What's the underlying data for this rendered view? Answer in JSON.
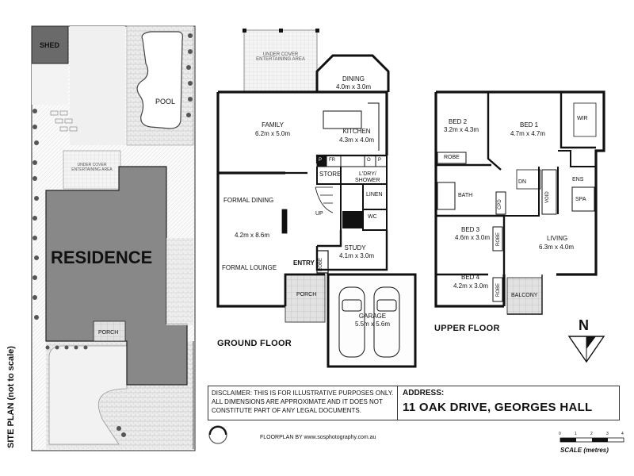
{
  "site_plan": {
    "shed": "SHED",
    "pool": "POOL",
    "entertaining": "UNDER COVER ENTERTAINING AREA",
    "residence": "RESIDENCE",
    "porch": "PORCH",
    "caption": "SITE PLAN (not to scale)"
  },
  "ground_floor": {
    "title": "GROUND FLOOR",
    "entertaining": "UNDER COVER ENTERTAINING AREA",
    "dining": {
      "name": "DINING",
      "size": "4.0m x 3.0m"
    },
    "family": {
      "name": "FAMILY",
      "size": "6.2m x 5.0m"
    },
    "kitchen": {
      "name": "KITCHEN",
      "size": "4.3m x 4.0m"
    },
    "p1": "P",
    "fr": "FR",
    "o": "O",
    "p2": "P",
    "store": "STORE",
    "ldry": "L'DRY/",
    "shower": "SHOWER",
    "linen": "LINEN",
    "wc": "WC",
    "formal_dining": "FORMAL DINING",
    "formal_size": "4.2m x 8.6m",
    "formal_lounge": "FORMAL LOUNGE",
    "up": "UP",
    "study": {
      "name": "STUDY",
      "size": "4.1m x 3.0m"
    },
    "entry": "ENTRY",
    "robe": "ROBE",
    "porch": "PORCH",
    "garage": {
      "name": "GARAGE",
      "size": "5.5m x 5.6m"
    }
  },
  "upper_floor": {
    "title": "UPPER FLOOR",
    "bed2": {
      "name": "BED 2",
      "size": "3.2m x 4.3m"
    },
    "bed1": {
      "name": "BED 1",
      "size": "4.7m x 4.7m"
    },
    "wir": "WIR",
    "robe_a": "ROBE",
    "bath": "BATH",
    "cpd": "CPD",
    "dn": "DN",
    "void": "VOID",
    "ens": "ENS",
    "spa": "SPA",
    "bed3": {
      "name": "BED 3",
      "size": "4.6m x 3.0m"
    },
    "robe_b": "ROBE",
    "living": {
      "name": "LIVING",
      "size": "6.3m x 4.0m"
    },
    "bed4": {
      "name": "BED 4",
      "size": "4.2m x 3.0m"
    },
    "robe_c": "ROBE",
    "balcony": "BALCONY"
  },
  "compass": "N",
  "disclaimer": "DISCLAIMER: THIS IS FOR ILLUSTRATIVE PURPOSES ONLY. ALL DIMENSIONS ARE APPROXIMATE AND IT DOES NOT CONSTITUTE PART OF ANY LEGAL DOCUMENTS.",
  "address": {
    "label": "ADDRESS:",
    "value": "11 OAK DRIVE, GEORGES HALL"
  },
  "credit": "FLOORPLAN BY www.sosphotography.com.au",
  "scale": {
    "ticks": [
      "0",
      "1",
      "2",
      "3",
      "4"
    ],
    "caption": "SCALE (metres)"
  },
  "colors": {
    "wall": "#111111",
    "residence": "#888888",
    "paving": "#e6e6e6",
    "shed": "#6a6a6a",
    "tree": "#555555"
  }
}
